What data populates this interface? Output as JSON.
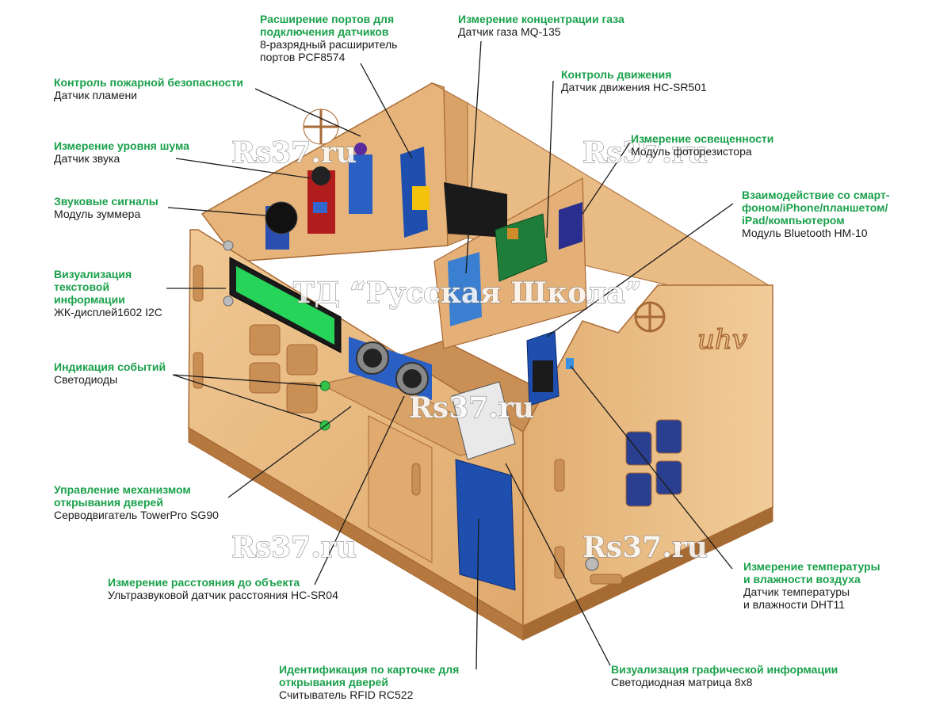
{
  "colors": {
    "title_green": "#1aa14b",
    "wood": "#e8b97f",
    "wood_dark": "#c98f55",
    "wood_edge": "#a86a36"
  },
  "callouts": {
    "fire": {
      "title": "Контроль пожарной безопасности",
      "text": "Датчик пламени"
    },
    "noise": {
      "title": "Измерение уровня шума",
      "text": "Датчик звука"
    },
    "sound": {
      "title": "Звуковые сигналы",
      "text": "Модуль зуммера"
    },
    "lcd": {
      "title": "Визуализация\nтекстовой\nинформации",
      "text": "ЖК-дисплей1602 I2C"
    },
    "leds": {
      "title": "Индикация событий",
      "text": "Светодиоды"
    },
    "servo": {
      "title": "Управление механизмом\nоткрывания дверей",
      "text": "Серводвигатель TowerPro SG90"
    },
    "distance": {
      "title": "Измерение расстояния до объекта",
      "text": "Ультразвуковой датчик расстояния HC-SR04"
    },
    "rfid": {
      "title": "Идентификация по карточке для\nоткрывания дверей",
      "text": "Считыватель RFID RC522"
    },
    "matrix": {
      "title": "Визуализация графической информации",
      "text": "Светодиодная матрица 8x8"
    },
    "dht": {
      "title": "Измерение температуры\nи влажности воздуха",
      "text": "Датчик температуры\nи влажности DHT11"
    },
    "bluetooth": {
      "title": "Взаимодействие со смарт-\nфоном/iPhone/планшетом/\niPad/компьютером",
      "text": "Модуль Bluetooth HM-10"
    },
    "light": {
      "title": "Измерение освещенности",
      "text": "Модуль фоторезистора"
    },
    "motion": {
      "title": "Контроль движения",
      "text": "Датчик движения HC-SR501"
    },
    "gas": {
      "title": "Измерение концентрации газа",
      "text": "Датчик газа MQ-135"
    },
    "ports": {
      "title": "Расширение портов для\nподключения датчиков",
      "text": "8-разрядный расширитель\nпортов PCF8574"
    }
  },
  "watermarks": {
    "site": "Rs37.ru",
    "company": "ТД “Русская Школа”"
  }
}
